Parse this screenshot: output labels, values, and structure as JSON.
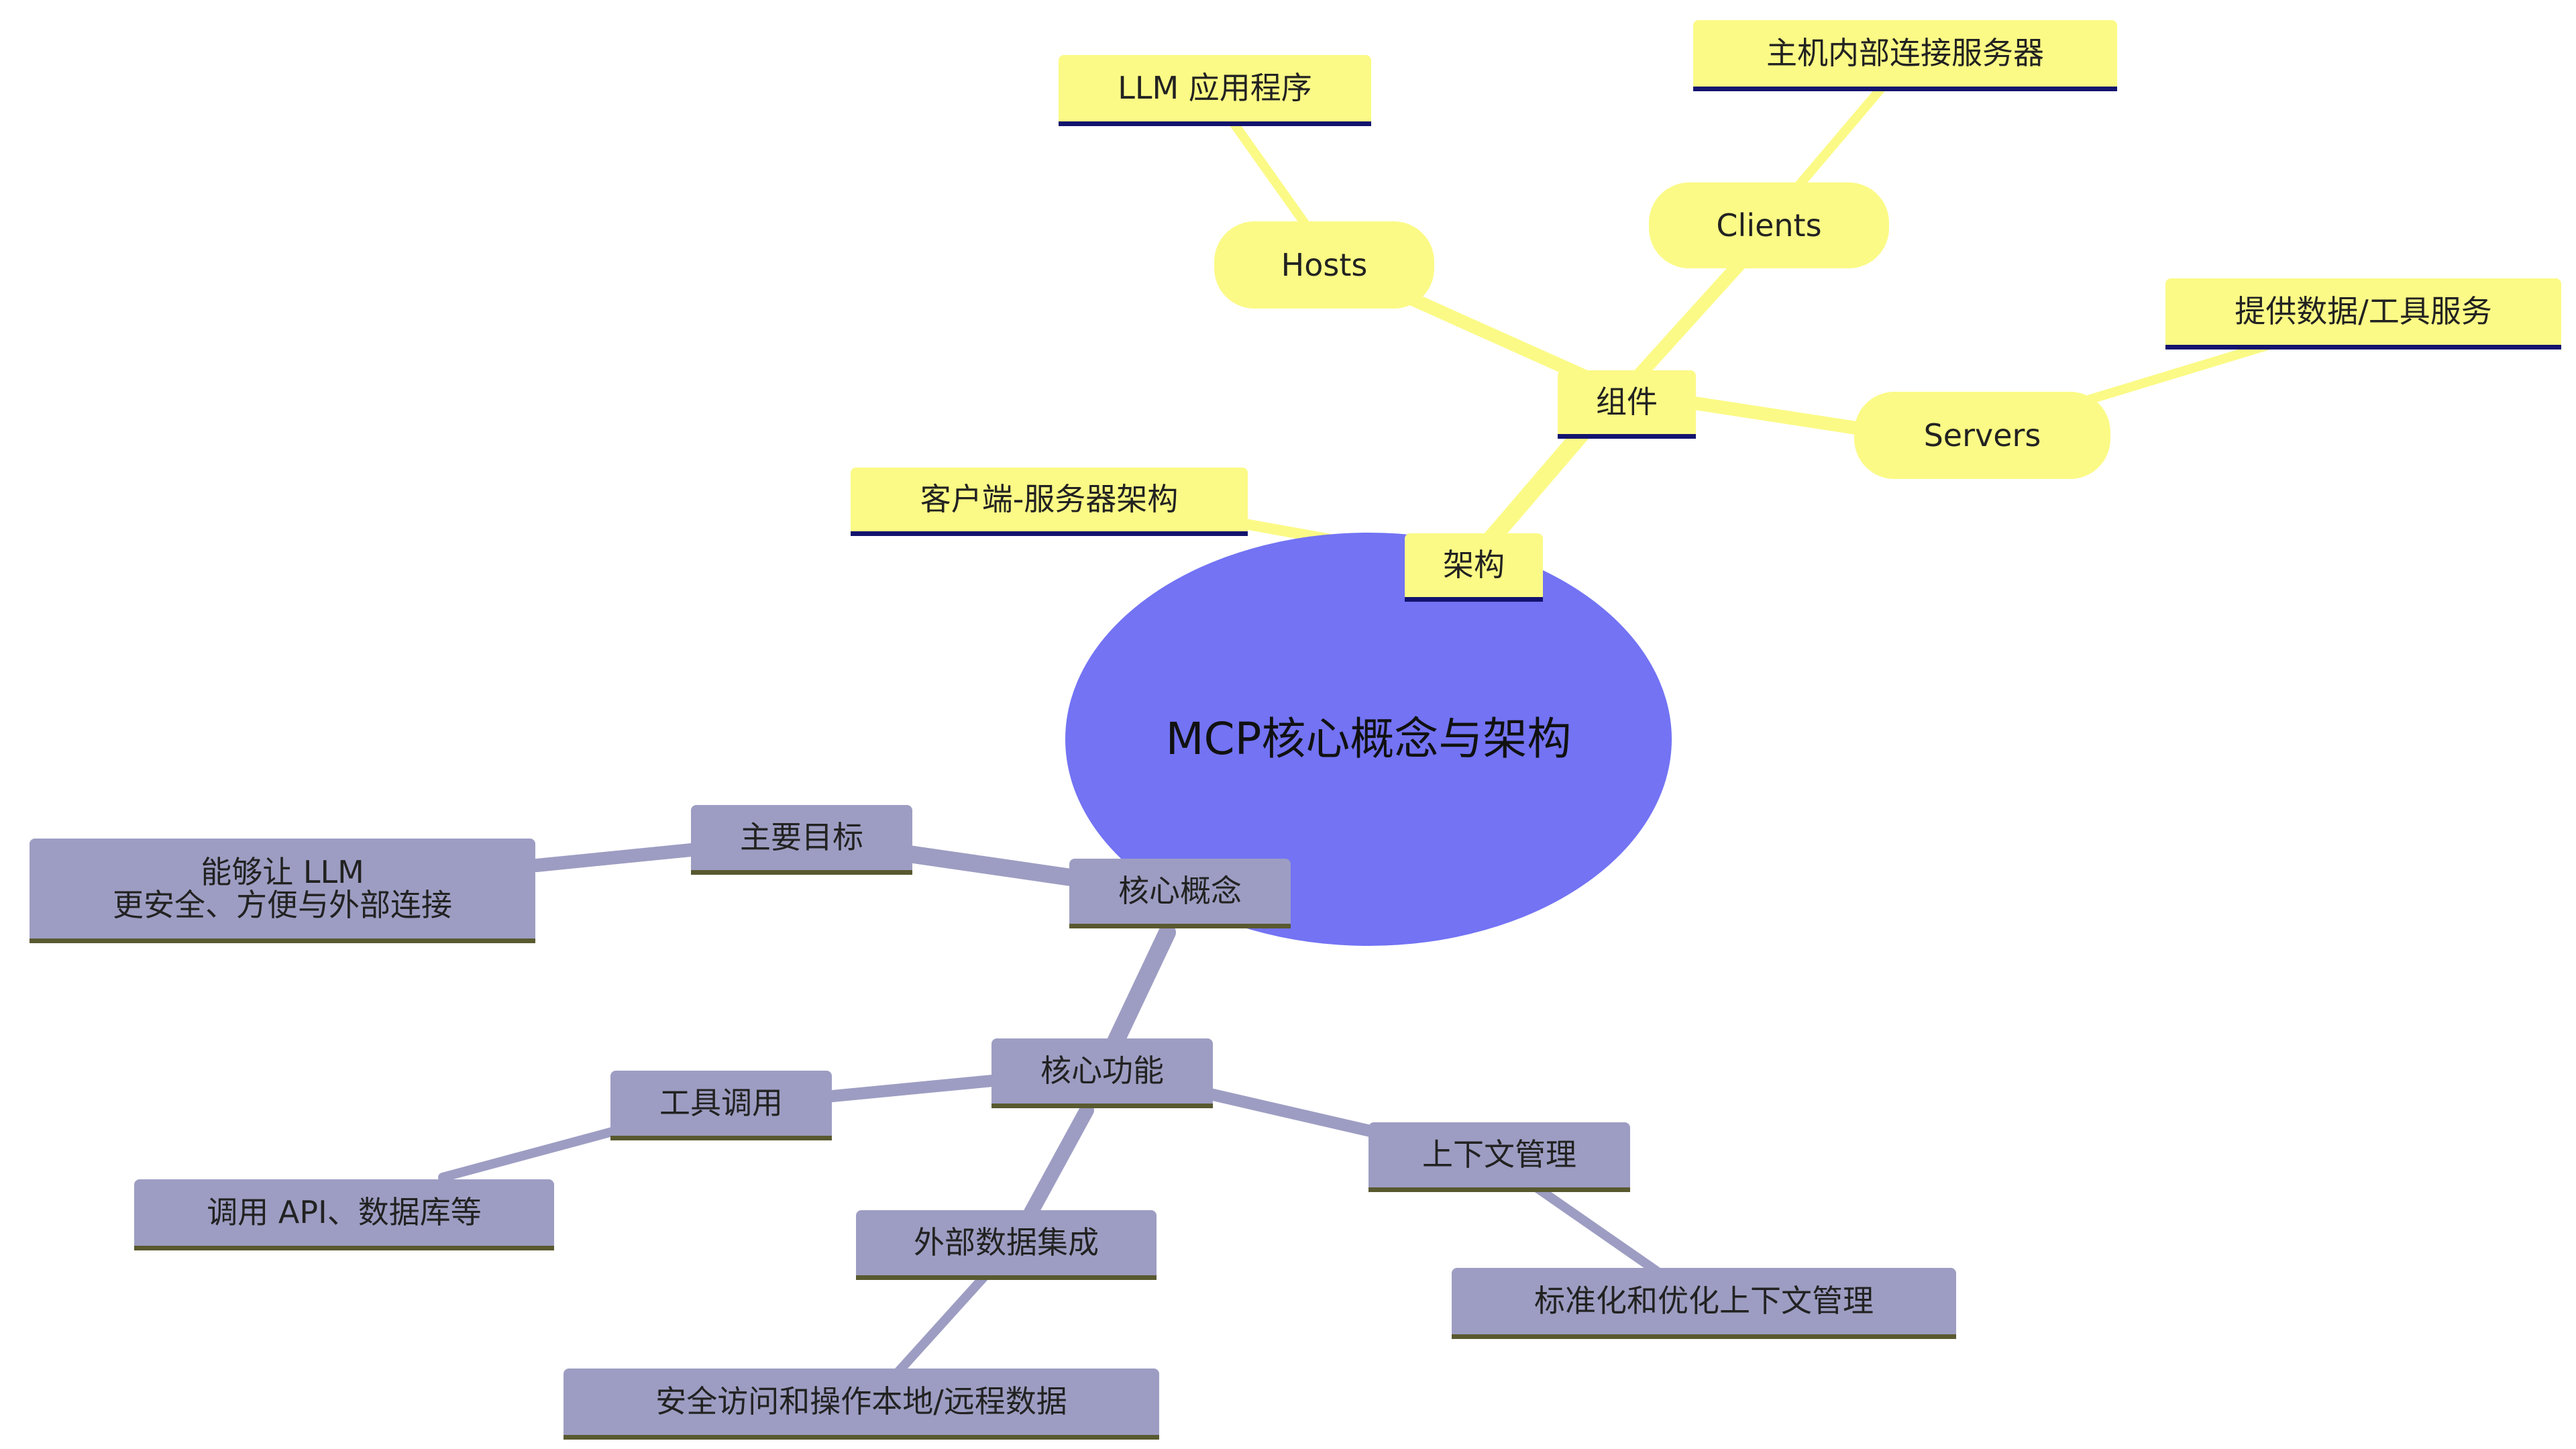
{
  "mindmap": {
    "root": "MCP核心概念与架构",
    "architecture": {
      "label": "架构",
      "model": "客户端-服务器架构",
      "components": {
        "label": "组件",
        "hosts": {
          "label": "Hosts",
          "desc": "LLM 应用程序"
        },
        "clients": {
          "label": "Clients",
          "desc": "主机内部连接服务器"
        },
        "servers": {
          "label": "Servers",
          "desc": "提供数据/工具服务"
        }
      }
    },
    "core_concepts": {
      "label": "核心概念",
      "goal": {
        "label": "主要目标",
        "desc": "能够让 LLM\n更安全、方便与外部连接"
      },
      "functions": {
        "label": "核心功能",
        "tool_call": {
          "label": "工具调用",
          "desc": "调用 API、数据库等"
        },
        "external_data": {
          "label": "外部数据集成",
          "desc": "安全访问和操作本地/远程数据"
        },
        "context": {
          "label": "上下文管理",
          "desc": "标准化和优化上下文管理"
        }
      }
    }
  },
  "colors": {
    "root": "#7373f4",
    "branch_yellow": "#fbfa86",
    "branch_yellow_underline": "#12136e",
    "branch_purple": "#9d9dc3",
    "branch_purple_underline": "#595930"
  }
}
